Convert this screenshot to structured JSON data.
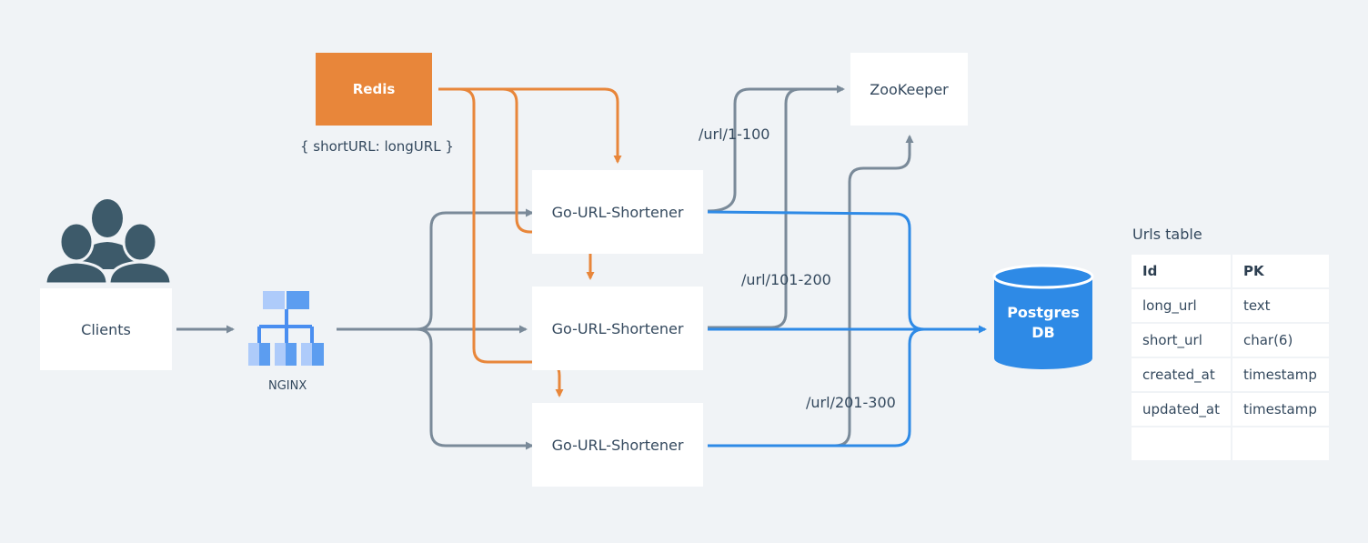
{
  "nodes": {
    "clients": "Clients",
    "nginx": "NGINX",
    "redis": "Redis",
    "redis_note": "{ shortURL: longURL }",
    "shortener_1": "Go-URL-Shortener",
    "shortener_2": "Go-URL-Shortener",
    "shortener_3": "Go-URL-Shortener",
    "zookeeper": "ZooKeeper",
    "postgres_line1": "Postgres",
    "postgres_line2": "DB"
  },
  "ranges": {
    "range_1": "/url/1-100",
    "range_2": "/url/101-200",
    "range_3": "/url/201-300"
  },
  "table": {
    "title": "Urls table",
    "rows": [
      [
        "Id",
        "PK"
      ],
      [
        "long_url",
        "text"
      ],
      [
        "short_url",
        "char(6)"
      ],
      [
        "created_at",
        "timestamp"
      ],
      [
        "updated_at",
        "timestamp"
      ],
      [
        "",
        ""
      ]
    ]
  },
  "colors": {
    "background": "#f0f3f6",
    "gray_arrow": "#7a8a99",
    "orange_arrow": "#e8863a",
    "blue_arrow": "#2e8ae6",
    "redis_fill": "#e8863a",
    "postgres_fill": "#2e8ae6",
    "clients_icon": "#3d5a6a"
  }
}
